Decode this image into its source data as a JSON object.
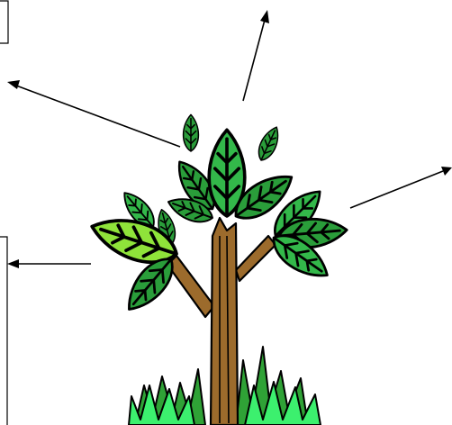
{
  "diagram": {
    "colors": {
      "leaf_dark": "#2a9d3a",
      "leaf_mid": "#33b84a",
      "leaf_light": "#8fe33a",
      "trunk": "#9c6b2c",
      "grass_dark": "#2fa236",
      "grass_light": "#3cf06e",
      "outline": "#000000"
    },
    "label_boxes": [
      {
        "id": "top-left-label-box",
        "text": ""
      },
      {
        "id": "left-label-box",
        "text": ""
      }
    ],
    "arrows": [
      {
        "id": "arrow-up"
      },
      {
        "id": "arrow-upper-left"
      },
      {
        "id": "arrow-right"
      },
      {
        "id": "arrow-left"
      }
    ]
  }
}
